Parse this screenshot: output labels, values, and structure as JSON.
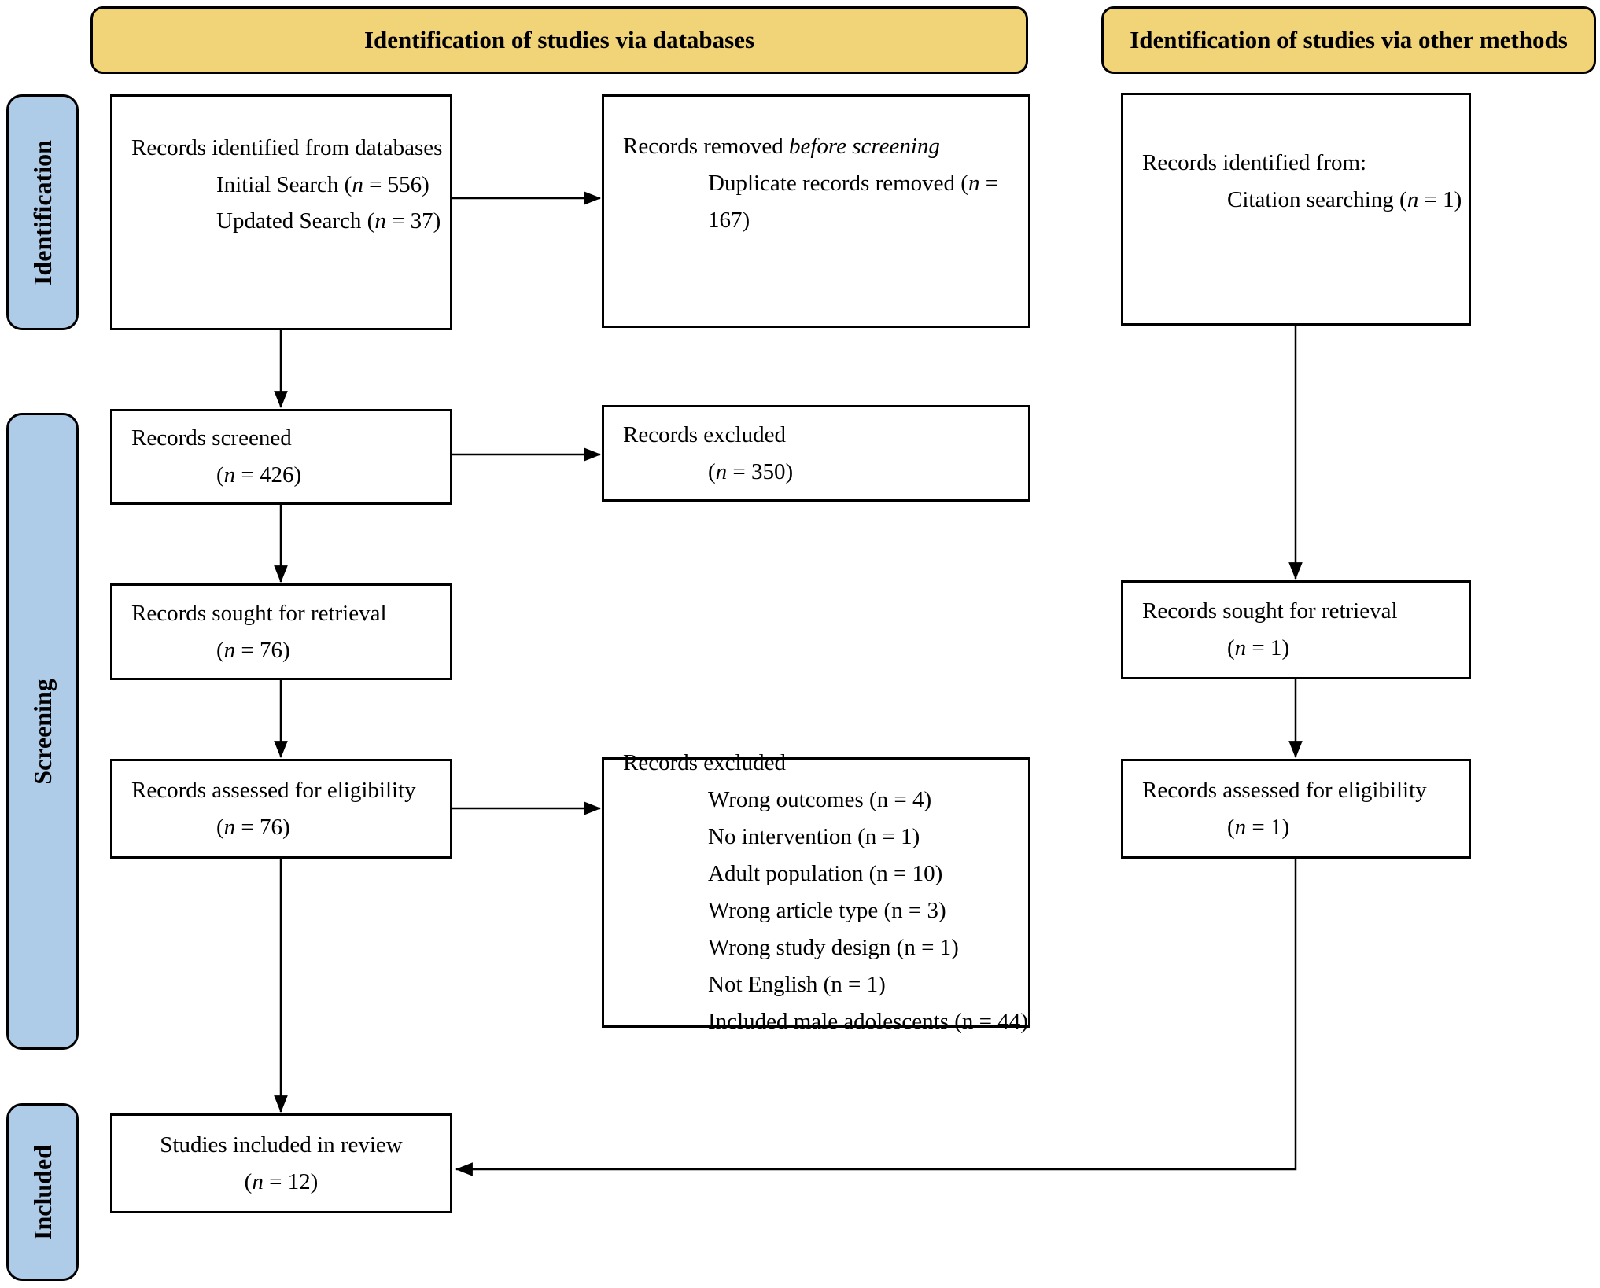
{
  "headers": {
    "databases": "Identification of studies via databases",
    "other_methods": "Identification of studies via other methods"
  },
  "sidebar": {
    "identification": "Identification",
    "screening": "Screening",
    "included": "Included"
  },
  "boxes": {
    "records_identified_databases": {
      "lines": [
        {
          "text": "Records identified from databases",
          "indent": 0
        },
        {
          "text": "Initial Search (*n* = 556)",
          "indent": 1
        },
        {
          "text": "Updated Search (*n* = 37)",
          "indent": 1
        }
      ]
    },
    "records_removed_before_screening": {
      "lines": [
        {
          "text": "Records removed *before screening*",
          "indent": 0
        },
        {
          "text": "Duplicate records removed (*n* = 167)",
          "indent": 1
        }
      ]
    },
    "records_identified_other": {
      "lines": [
        {
          "text": "Records identified from:",
          "indent": 0
        },
        {
          "text": "Citation searching (*n* = 1)",
          "indent": 1
        }
      ]
    },
    "records_screened": {
      "lines": [
        {
          "text": "Records screened",
          "indent": 0
        },
        {
          "text": "(*n* = 426)",
          "indent": 1
        }
      ]
    },
    "records_excluded_screening": {
      "lines": [
        {
          "text": "Records excluded",
          "indent": 0
        },
        {
          "text": "(*n* = 350)",
          "indent": 1
        }
      ]
    },
    "records_sought_databases": {
      "lines": [
        {
          "text": "Records sought for retrieval",
          "indent": 0
        },
        {
          "text": "(*n* = 76)",
          "indent": 1
        }
      ]
    },
    "records_sought_other": {
      "lines": [
        {
          "text": "Records sought for retrieval",
          "indent": 0
        },
        {
          "text": "(*n* = 1)",
          "indent": 1
        }
      ]
    },
    "records_assessed_databases": {
      "lines": [
        {
          "text": "Records assessed for eligibility",
          "indent": 0
        },
        {
          "text": "(*n* = 76)",
          "indent": 1
        }
      ]
    },
    "records_excluded_eligibility": {
      "lines": [
        {
          "text": "Records excluded",
          "indent": 0
        },
        {
          "text": "Wrong outcomes (n = 4)",
          "indent": 1
        },
        {
          "text": "No intervention (n = 1)",
          "indent": 1
        },
        {
          "text": "Adult population (n = 10)",
          "indent": 1
        },
        {
          "text": "Wrong article type (n = 3)",
          "indent": 1
        },
        {
          "text": "Wrong study design (n = 1)",
          "indent": 1
        },
        {
          "text": "Not English (n = 1)",
          "indent": 1
        },
        {
          "text": "Included male adolescents (n = 44)",
          "indent": 1
        }
      ]
    },
    "records_assessed_other": {
      "lines": [
        {
          "text": "Records assessed for eligibility",
          "indent": 0
        },
        {
          "text": "(*n* = 1)",
          "indent": 1
        }
      ]
    },
    "studies_included": {
      "lines": [
        {
          "text": "Studies included in review",
          "indent": 0
        },
        {
          "text": "(*n* = 12)",
          "indent": 0
        }
      ]
    }
  },
  "colors": {
    "header_fill": "#F2D478",
    "sidebar_fill": "#AECBE8",
    "box_border": "#000000",
    "background": "#FFFFFF"
  }
}
